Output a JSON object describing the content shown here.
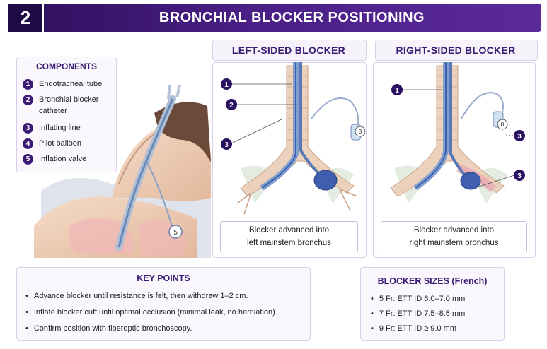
{
  "header": {
    "number": "2",
    "title": "BRONCHIAL BLOCKER POSITIONING"
  },
  "components": {
    "title": "COMPONENTS",
    "items": [
      {
        "num": "1",
        "label": "Endotracheal tube"
      },
      {
        "num": "2",
        "label": "Bronchial blocker catheter"
      },
      {
        "num": "3",
        "label": "Inflating line"
      },
      {
        "num": "4",
        "label": "Pilot balloon"
      },
      {
        "num": "5",
        "label": "Inflation valve"
      }
    ]
  },
  "patient": {
    "valve_label": "5"
  },
  "left": {
    "title": "LEFT-SIDED BLOCKER",
    "callouts": [
      "1",
      "2",
      "3"
    ],
    "pilot_label": "8",
    "caption_line1": "Blocker advanced into",
    "caption_line2": "left mainstem bronchus"
  },
  "right": {
    "title": "RIGHT-SIDED BLOCKER",
    "callouts": [
      "1",
      "3",
      "3"
    ],
    "pilot_label": "8",
    "caption_line1": "Blocker advanced into",
    "caption_line2": "right mainstem bronchus"
  },
  "key_points": {
    "title": "KEY POINTS",
    "items": [
      "Advance blocker until resistance is felt, then withdraw 1–2 cm.",
      "Inflate blocker cuff until optimal occlusion (minimal leak, no herniation).",
      "Confirm position with fiberoptic bronchoscopy."
    ]
  },
  "blocker_sizes": {
    "title": "BLOCKER SIZES (French)",
    "items": [
      "5 Fr: ETT ID 6.0–7.0 mm",
      "7 Fr: ETT ID 7.5–8.5 mm",
      "9 Fr: ETT ID ≥ 9.0 mm"
    ]
  },
  "colors": {
    "brand": "#3b1a73",
    "header": "#4a1f86",
    "balloon": "#3f5fae",
    "trachea": "#e9cdb7"
  }
}
